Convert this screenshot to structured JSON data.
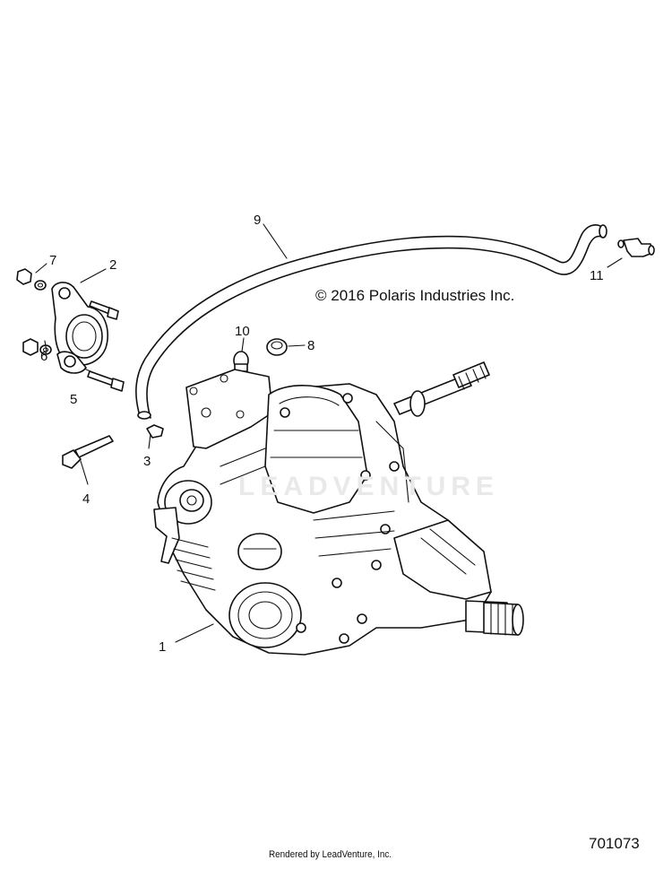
{
  "copyright": "© 2016 Polaris Industries Inc.",
  "diagram_number": "701073",
  "footer": "Rendered by LeadVenture, Inc.",
  "watermark": "LEADVENTURE",
  "callouts": [
    "1",
    "2",
    "3",
    "4",
    "5",
    "6",
    "7",
    "8",
    "9",
    "10",
    "11"
  ]
}
